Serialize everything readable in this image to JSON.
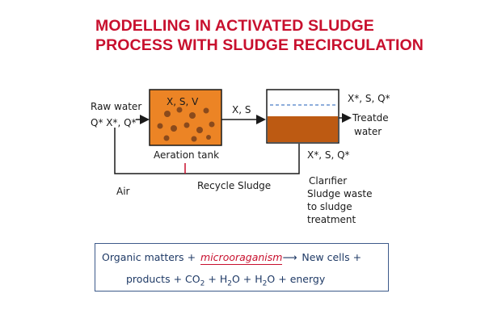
{
  "title": {
    "line1": "MODELLING IN ACTIVATED SLUDGE",
    "line2": "PROCESS WITH SLUDGE RECIRCULATION",
    "color": "#c8102e"
  },
  "diagram": {
    "inlet_label_1": "Raw water",
    "inlet_label_2": "Q* X*, Q*",
    "aeration_tank_vars": "X, S, V",
    "aeration_tank_label": "Aeration tank",
    "transfer_label": "X, S",
    "clarifier_top_label": "X*, S, Q*",
    "outlet_label_1": "Treatde",
    "outlet_label_2": "water",
    "clarifier_bottom_label": "X*, S, Q*",
    "clarifier_label": "Clarıfier",
    "air_label": "Air",
    "recycle_label": "Recycle Sludge",
    "waste_label_1": "Sludge waste",
    "waste_label_2": "to sludge",
    "waste_label_3": "treatment",
    "tank_color": "#ec8425",
    "sludge_color": "#bd5a12",
    "bubble_color": "#8a4a1c",
    "water_line_color": "#4a7ec8",
    "recycle_tick_color": "#c8102e"
  },
  "equation": {
    "organic": "Organic matters",
    "plus_1": "+",
    "microorganism": "microoraganism",
    "arrow": "⟶",
    "new_cells": "New cells",
    "plus_2": "+",
    "products": "products",
    "plus_3": "+",
    "co2": "CO",
    "co2_sub": "2",
    "plus_4": "+",
    "h2o_a": "H",
    "h2o_a_sub": "2",
    "h2o_a_tail": "O",
    "plus_5": "+",
    "h2o_b": "H",
    "h2o_b_sub": "2",
    "h2o_b_tail": "O",
    "plus_6": "+",
    "energy": "energy"
  }
}
